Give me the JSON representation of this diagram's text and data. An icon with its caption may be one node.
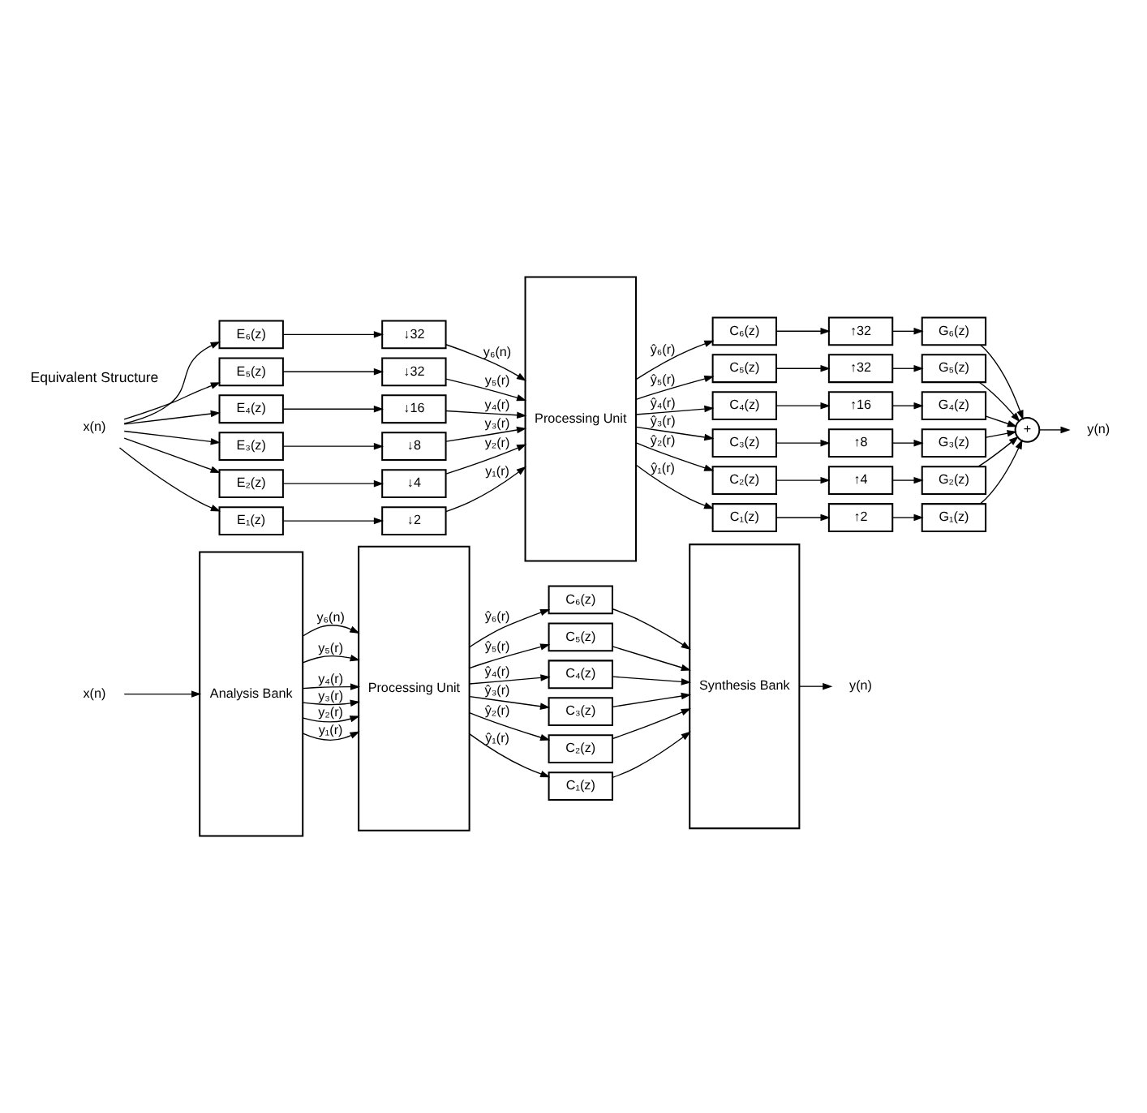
{
  "diagram": {
    "nodes": [
      {
        "text": [
          "Analysis Bank"
        ]
      },
      {
        "text": [
          "Processing Unit"
        ]
      },
      {
        "text": [
          "C₆(z)"
        ]
      },
      {
        "text": [
          "C₅(z)"
        ]
      },
      {
        "text": [
          "C₄(z)"
        ]
      },
      {
        "text": [
          "C₃(z)"
        ]
      },
      {
        "text": [
          "C₂(z)"
        ]
      },
      {
        "text": [
          "C₁(z)"
        ]
      },
      {
        "text": [
          "Synthesis Bank"
        ]
      },
      {
        "text": [
          "x(n)"
        ]
      },
      {
        "text": [
          "y(n)"
        ]
      },
      {
        "text": [
          "x(n)"
        ]
      },
      {
        "text": [
          "E₆(z)"
        ]
      },
      {
        "text": [
          "E₅(z)"
        ]
      },
      {
        "text": [
          "E₄(z)"
        ]
      },
      {
        "text": [
          "E₃(z)"
        ]
      },
      {
        "text": [
          "E₂(z)"
        ]
      },
      {
        "text": [
          "E₁(z)"
        ]
      },
      {
        "text": [
          "↓32"
        ]
      },
      {
        "text": [
          "↓32"
        ]
      },
      {
        "text": [
          "↓16"
        ]
      },
      {
        "text": [
          "↓8"
        ]
      },
      {
        "text": [
          "↓4"
        ]
      },
      {
        "text": [
          "↓2"
        ]
      },
      {
        "text": [
          "Processing Unit"
        ]
      },
      {
        "text": [
          "C₆(z)"
        ]
      },
      {
        "text": [
          "C₅(z)"
        ]
      },
      {
        "text": [
          "C₄(z)"
        ]
      },
      {
        "text": [
          "C₃(z)"
        ]
      },
      {
        "text": [
          "C₂(z)"
        ]
      },
      {
        "text": [
          "C₁(z)"
        ]
      },
      {
        "text": [
          "↑32"
        ]
      },
      {
        "text": [
          "↑32"
        ]
      },
      {
        "text": [
          "↑16"
        ]
      },
      {
        "text": [
          "↑8"
        ]
      },
      {
        "text": [
          "↑4"
        ]
      },
      {
        "text": [
          "↑2"
        ]
      },
      {
        "text": [
          "G₆(z)"
        ]
      },
      {
        "text": [
          "G₅(z)"
        ]
      },
      {
        "text": [
          "G₄(z)"
        ]
      },
      {
        "text": [
          "G₃(z)"
        ]
      },
      {
        "text": [
          "G₂(z)"
        ]
      },
      {
        "text": [
          "G₁(z)"
        ]
      },
      {
        "text": [
          "+"
        ]
      },
      {
        "text": [
          "y(n)"
        ]
      }
    ],
    "edges": [
      {
        "from": 9,
        "to": 0,
        "arrow": "to"
      },
      {
        "from": 0,
        "to": 1,
        "arrow": "to",
        "label": "y₆(n)"
      },
      {
        "from": 0,
        "to": 1,
        "arrow": "to",
        "label": "y₅(r)"
      },
      {
        "from": 0,
        "to": 1,
        "arrow": "to",
        "label": "y₄(r)"
      },
      {
        "from": 0,
        "to": 1,
        "arrow": "to",
        "label": "y₃(r)"
      },
      {
        "from": 0,
        "to": 1,
        "arrow": "to",
        "label": "y₂(r)"
      },
      {
        "from": 0,
        "to": 1,
        "arrow": "to",
        "label": "y₁(r)"
      },
      {
        "from": 1,
        "to": 2,
        "arrow": "to",
        "label": "ŷ₆(r)"
      },
      {
        "from": 1,
        "to": 3,
        "arrow": "to",
        "label": "ŷ₅(r)"
      },
      {
        "from": 1,
        "to": 4,
        "arrow": "to",
        "label": "ŷ₄(r)"
      },
      {
        "from": 1,
        "to": 5,
        "arrow": "to",
        "label": "ŷ₃(r)"
      },
      {
        "from": 1,
        "to": 6,
        "arrow": "to",
        "label": "ŷ₂(r)"
      },
      {
        "from": 1,
        "to": 7,
        "arrow": "to",
        "label": "ŷ₁(r)"
      },
      {
        "from": 2,
        "to": 8,
        "arrow": "to"
      },
      {
        "from": 3,
        "to": 8,
        "arrow": "to"
      },
      {
        "from": 4,
        "to": 8,
        "arrow": "to"
      },
      {
        "from": 5,
        "to": 8,
        "arrow": "to"
      },
      {
        "from": 6,
        "to": 8,
        "arrow": "to"
      },
      {
        "from": 7,
        "to": 8,
        "arrow": "to"
      },
      {
        "from": 8,
        "to": 10,
        "arrow": "to"
      },
      {
        "from": 11,
        "to": 12,
        "arrow": "to"
      },
      {
        "from": 11,
        "to": 13,
        "arrow": "to"
      },
      {
        "from": 11,
        "to": 14,
        "arrow": "to"
      },
      {
        "from": 11,
        "to": 15,
        "arrow": "to"
      },
      {
        "from": 11,
        "to": 16,
        "arrow": "to"
      },
      {
        "from": 11,
        "to": 17,
        "arrow": "to"
      },
      {
        "from": 12,
        "to": 18,
        "arrow": "to"
      },
      {
        "from": 13,
        "to": 19,
        "arrow": "to"
      },
      {
        "from": 14,
        "to": 20,
        "arrow": "to"
      },
      {
        "from": 15,
        "to": 21,
        "arrow": "to"
      },
      {
        "from": 16,
        "to": 22,
        "arrow": "to"
      },
      {
        "from": 17,
        "to": 23,
        "arrow": "to"
      },
      {
        "from": 18,
        "to": 24,
        "arrow": "to",
        "label": "y₆(n)"
      },
      {
        "from": 19,
        "to": 24,
        "arrow": "to",
        "label": "y₅(r)"
      },
      {
        "from": 20,
        "to": 24,
        "arrow": "to",
        "label": "y₄(r)"
      },
      {
        "from": 21,
        "to": 24,
        "arrow": "to",
        "label": "y₃(r)"
      },
      {
        "from": 22,
        "to": 24,
        "arrow": "to",
        "label": "y₂(r)"
      },
      {
        "from": 23,
        "to": 24,
        "arrow": "to",
        "label": "y₁(r)"
      },
      {
        "from": 24,
        "to": 25,
        "arrow": "to",
        "label": "ŷ₆(r)"
      },
      {
        "from": 24,
        "to": 26,
        "arrow": "to",
        "label": "ŷ₅(r)"
      },
      {
        "from": 24,
        "to": 27,
        "arrow": "to",
        "label": "ŷ₄(r)"
      },
      {
        "from": 24,
        "to": 28,
        "arrow": "to",
        "label": "ŷ₃(r)"
      },
      {
        "from": 24,
        "to": 29,
        "arrow": "to",
        "label": "ŷ₂(r)"
      },
      {
        "from": 24,
        "to": 30,
        "arrow": "to",
        "label": "ŷ₁(r)"
      },
      {
        "from": 25,
        "to": 31,
        "arrow": "to"
      },
      {
        "from": 26,
        "to": 32,
        "arrow": "to"
      },
      {
        "from": 27,
        "to": 33,
        "arrow": "to"
      },
      {
        "from": 28,
        "to": 34,
        "arrow": "to"
      },
      {
        "from": 29,
        "to": 35,
        "arrow": "to"
      },
      {
        "from": 30,
        "to": 36,
        "arrow": "to"
      },
      {
        "from": 31,
        "to": 37,
        "arrow": "to"
      },
      {
        "from": 32,
        "to": 38,
        "arrow": "to"
      },
      {
        "from": 33,
        "to": 39,
        "arrow": "to"
      },
      {
        "from": 34,
        "to": 40,
        "arrow": "to"
      },
      {
        "from": 35,
        "to": 41,
        "arrow": "to"
      },
      {
        "from": 36,
        "to": 42,
        "arrow": "to"
      },
      {
        "from": 37,
        "to": 43,
        "arrow": "to"
      },
      {
        "from": 38,
        "to": 43,
        "arrow": "to"
      },
      {
        "from": 39,
        "to": 43,
        "arrow": "to"
      },
      {
        "from": 40,
        "to": 43,
        "arrow": "to"
      },
      {
        "from": 41,
        "to": 43,
        "arrow": "to"
      },
      {
        "from": 42,
        "to": 43,
        "arrow": "to"
      },
      {
        "from": 43,
        "to": 44,
        "arrow": "to"
      }
    ],
    "labels": [
      "Equivalent Structure"
    ]
  }
}
